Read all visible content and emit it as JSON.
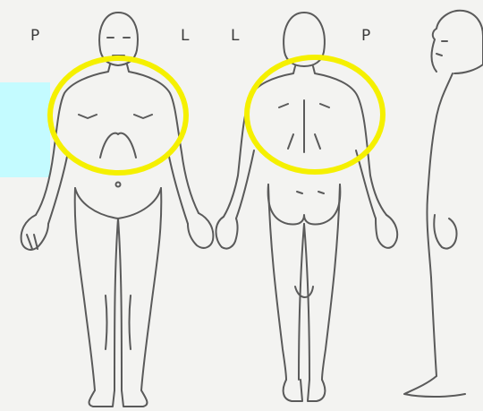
{
  "labels": [
    "P",
    "L",
    "L",
    "P"
  ],
  "colors": {
    "background": "#f3f3f1",
    "line": "#5a5a5a",
    "highlight": "#f5f000",
    "swatch": "#c4fbff"
  },
  "figures": [
    "front-view",
    "back-view",
    "side-view"
  ],
  "highlights": [
    "chest-region",
    "upper-back-region"
  ]
}
